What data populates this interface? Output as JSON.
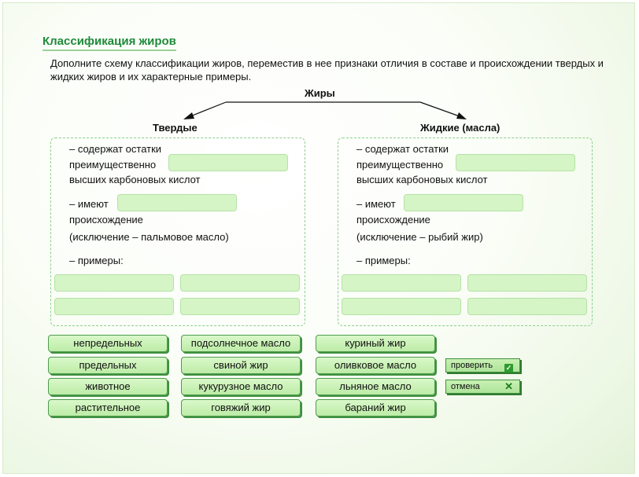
{
  "title": "Классификация жиров",
  "instruction": "Дополните схему классификации жиров, переместив в нее признаки отличия в составе и происхождении твердых и жидких жиров и их характерные примеры.",
  "root_label": "Жиры",
  "solid": {
    "heading": "Твердые",
    "contain_1": "– содержат остатки",
    "contain_2": "преимущественно",
    "contain_3": "высших карбоновых кислот",
    "origin_1": "– имеют",
    "origin_2": "происхождение",
    "exception": "(исключение – пальмовое масло)",
    "examples": "– примеры:"
  },
  "liquid": {
    "heading": "Жидкие (масла)",
    "contain_1": "– содержат остатки",
    "contain_2": "преимущественно",
    "contain_3": "высших карбоновых кислот",
    "origin_1": "– имеют",
    "origin_2": "происхождение",
    "exception": "(исключение – рыбий жир)",
    "examples": "– примеры:"
  },
  "options": [
    [
      "непредельных",
      "подсолнечное масло",
      "куриный жир"
    ],
    [
      "предельных",
      "свиной жир",
      "оливковое масло"
    ],
    [
      "животное",
      "кукурузное масло",
      "льняное масло"
    ],
    [
      "растительное",
      "говяжий жир",
      "бараний жир"
    ]
  ],
  "controls": {
    "check_label": "проверить",
    "cancel_label": "отмена",
    "check_icon": "checkmark-icon",
    "cancel_icon": "cross-icon"
  },
  "colors": {
    "title": "#1f8a3a",
    "slot": "#d5f5c6",
    "button": "#c8f1b4",
    "border": "#4f9c4f"
  }
}
